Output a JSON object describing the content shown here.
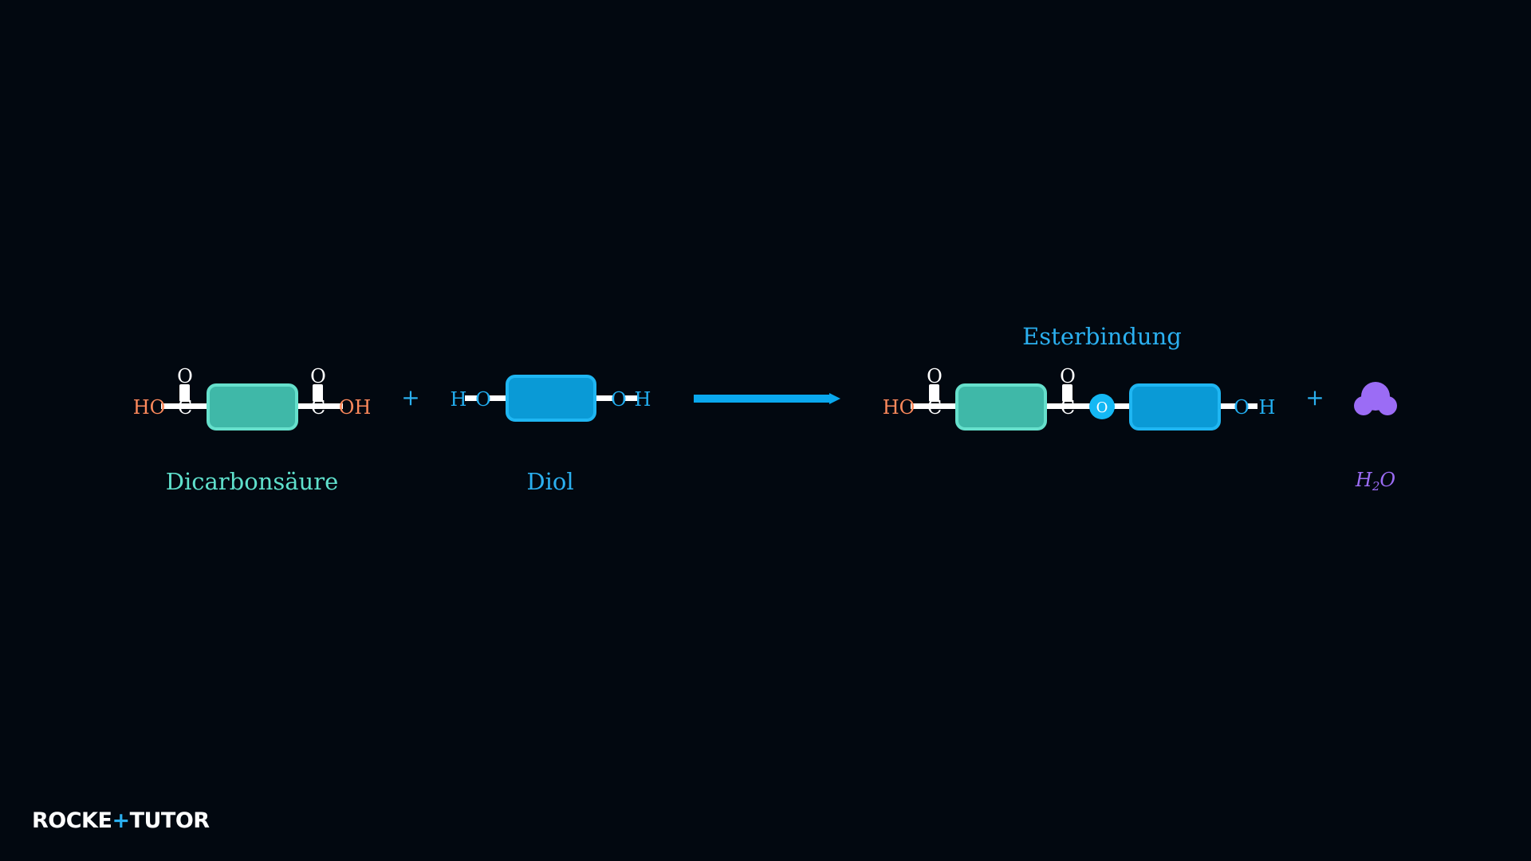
{
  "colors": {
    "background": "#020810",
    "teal_fill": "#3fb8a8",
    "teal_border": "#66e0cc",
    "blue_fill": "#0a9ad6",
    "blue_border": "#1fb6f2",
    "hydroxyl_orange": "#ff8a5c",
    "diol_blue": "#22aef0",
    "bond_white": "#ffffff",
    "water_purple": "#9b6cf5",
    "label_teal": "#5fe0cc",
    "label_blue": "#2bb0f0"
  },
  "reaction": {
    "dicarboxylic_acid": {
      "label": "Dicarbonsäure",
      "left_group": "HO",
      "right_group": "OH",
      "carbon": "C",
      "oxygen": "O"
    },
    "plus_1": "+",
    "diol": {
      "label": "Diol",
      "left_h": "H",
      "left_o": "O",
      "right_o": "O",
      "right_h": "H"
    },
    "product": {
      "bond_label": "Esterbindung",
      "left_group": "HO",
      "carbon": "C",
      "oxygen": "O",
      "ester_oxygen": "O",
      "right_o": "O",
      "right_h": "H"
    },
    "plus_2": "+",
    "water": {
      "label_main": "H",
      "label_sub": "2",
      "label_end": "O"
    }
  },
  "branding": {
    "logo_text_1": "ROCKE",
    "logo_text_2": "TUTO",
    "logo_text_3": "R"
  }
}
